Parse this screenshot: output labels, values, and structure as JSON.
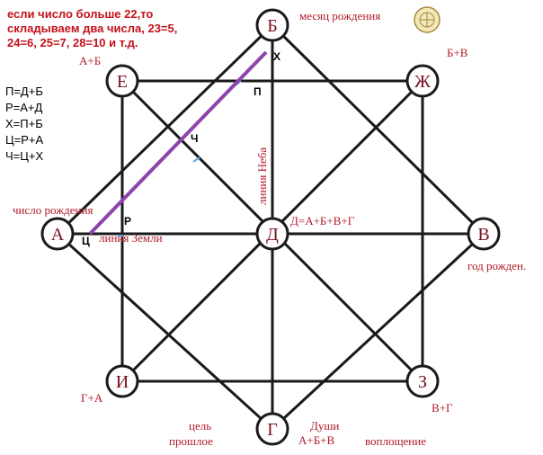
{
  "note_lines": [
    "если число больше 22,то",
    "складываем два числа, 23=5,",
    "24=6, 25=7, 28=10 и т.д."
  ],
  "formulas": [
    "П=Д+Б",
    "Р=А+Д",
    "Х=П+Б",
    "Ц=Р+А",
    "Ч=Ц+Х"
  ],
  "nodes": {
    "A": "А",
    "B": "Б",
    "V": "В",
    "G": "Г",
    "D": "Д",
    "E": "Е",
    "Zh": "Ж",
    "Z": "З",
    "I": "И"
  },
  "labels": {
    "birth_month": "месяц рождения",
    "birth_day": "число рождения",
    "birth_year": "год рожден.",
    "a_plus_b": "А+Б",
    "b_plus_v": "Б+В",
    "v_plus_g": "В+Г",
    "g_plus_a": "Г+А",
    "center_formula": "Д=А+Б+В+Г",
    "heaven_line": "линия Неба",
    "earth_line": "линия Земли",
    "goal": "цель",
    "past": "прошлое",
    "souls": "Души",
    "souls_formula": "А+Б+В",
    "embodiment": "воплощение"
  },
  "markers": {
    "X": "Х",
    "P": "П",
    "Ch": "Ч",
    "R": "Р",
    "Ts": "Ц"
  },
  "colors": {
    "label_red": "#b01a28",
    "purple_line": "#8e44ad",
    "line": "#1a1a1a"
  }
}
